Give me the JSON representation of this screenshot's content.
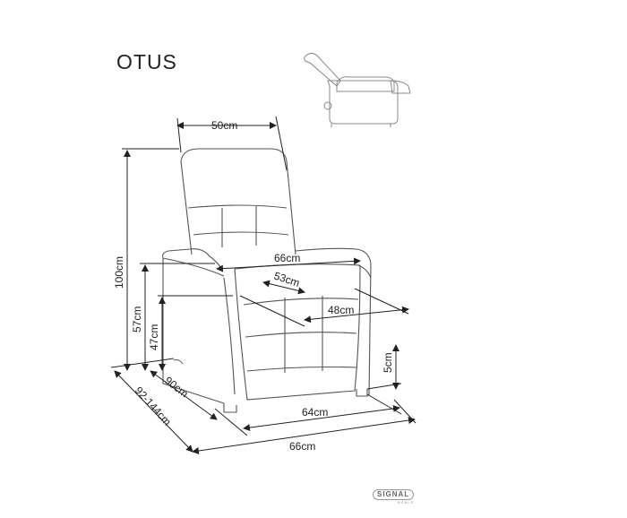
{
  "product": {
    "name": "OTUS"
  },
  "dimensions": {
    "backrest_width": "50cm",
    "total_height": "100cm",
    "armrest_width": "66cm",
    "seat_depth_diag": "53cm",
    "seat_width": "48cm",
    "armrest_height": "57cm",
    "seat_height": "47cm",
    "leg_height": "5cm",
    "depth": "90cm",
    "reclined_depth": "92-144cm",
    "base_width": "64cm",
    "overall_width": "66cm"
  },
  "brand": {
    "logo_text": "SIGNAL",
    "logo_subtext": "MEBLE"
  }
}
